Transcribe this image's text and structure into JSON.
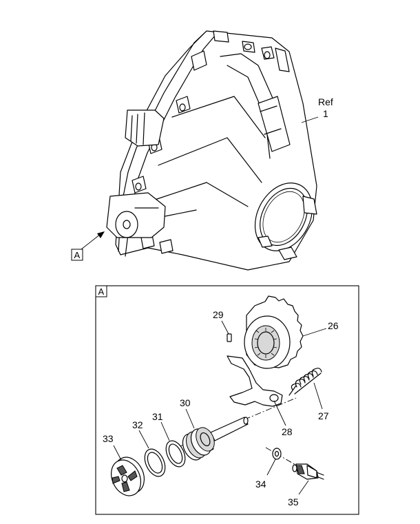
{
  "callouts": {
    "ref_word": "Ref",
    "ref_num": "1",
    "view_label": "A",
    "detail_label": "A",
    "p26": "26",
    "p27": "27",
    "p28": "28",
    "p29": "29",
    "p30": "30",
    "p31": "31",
    "p32": "32",
    "p33": "33",
    "p34": "34",
    "p35": "35"
  },
  "icons": [
    "housing",
    "view-arrow",
    "gear",
    "spring",
    "shift-fork",
    "pin",
    "shaft",
    "o-ring",
    "cover",
    "washer",
    "switch"
  ]
}
